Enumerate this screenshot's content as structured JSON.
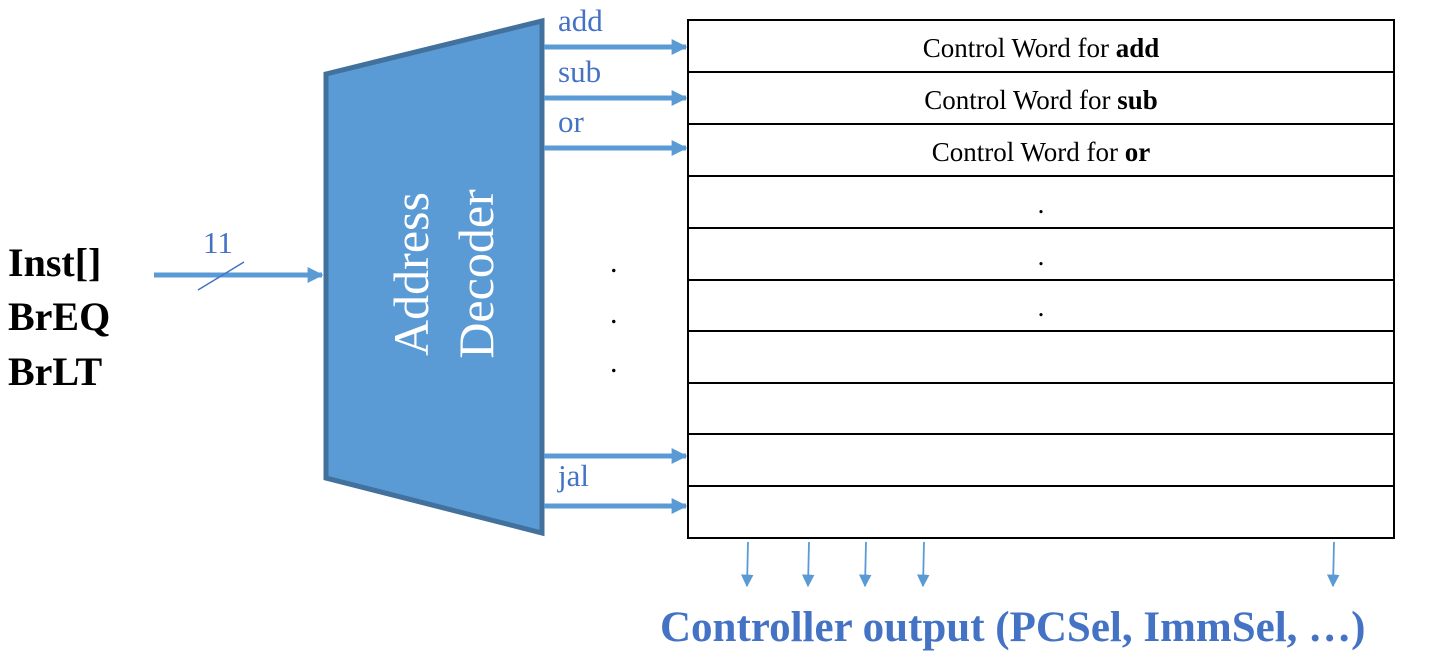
{
  "inputs": {
    "labels": [
      "Inst[]",
      "BrEQ",
      "BrLT"
    ],
    "bus_width": "11"
  },
  "decoder": {
    "label_line1": "Address",
    "label_line2": "Decoder"
  },
  "decoder_outputs": [
    "add",
    "sub",
    "or",
    "jal"
  ],
  "ellipsis": ".",
  "rom": {
    "rows": [
      {
        "prefix": "Control Word for ",
        "op": "add"
      },
      {
        "prefix": "Control Word for ",
        "op": "sub"
      },
      {
        "prefix": "Control Word for ",
        "op": "or"
      },
      {
        "prefix": "",
        "op": "",
        "dot": "."
      },
      {
        "prefix": "",
        "op": "",
        "dot": "."
      },
      {
        "prefix": "",
        "op": "",
        "dot": "."
      },
      {
        "prefix": "",
        "op": ""
      },
      {
        "prefix": "",
        "op": ""
      },
      {
        "prefix": "",
        "op": ""
      },
      {
        "prefix": "",
        "op": ""
      }
    ]
  },
  "footer": {
    "text": "Controller output (PCSel, ImmSel, …)"
  },
  "colors": {
    "decoder_fill": "#5b9bd5",
    "decoder_stroke": "#41719c",
    "arrow": "#5b9bd5",
    "blue_text": "#4472c4",
    "grid": "#000000"
  }
}
